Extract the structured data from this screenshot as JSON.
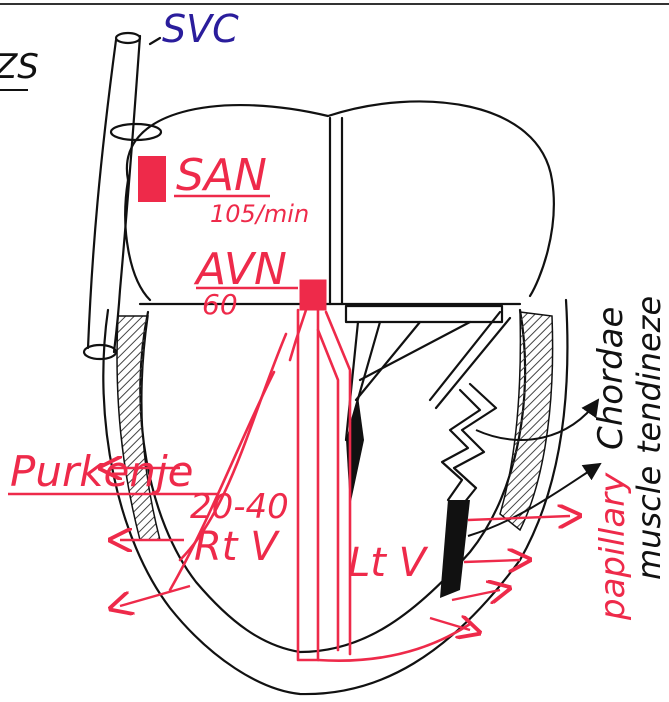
{
  "labels": {
    "svc": "SVC",
    "corner_fragment": "ZS",
    "san": "SAN",
    "san_rate": "105/min",
    "avn": "AVN",
    "avn_rate": "60",
    "purkenje": "Purkenje",
    "purkenje_rate": "20-40",
    "rt_v": "Rt V",
    "lt_v": "Lt V",
    "chordae": "Chordae",
    "tendineze": "tendineze",
    "papillary": "papillary",
    "muscle": "muscle"
  },
  "colors": {
    "ink": "#111111",
    "conduction_red": "#ee2a4a",
    "svc_blue": "#2a1d9c"
  }
}
